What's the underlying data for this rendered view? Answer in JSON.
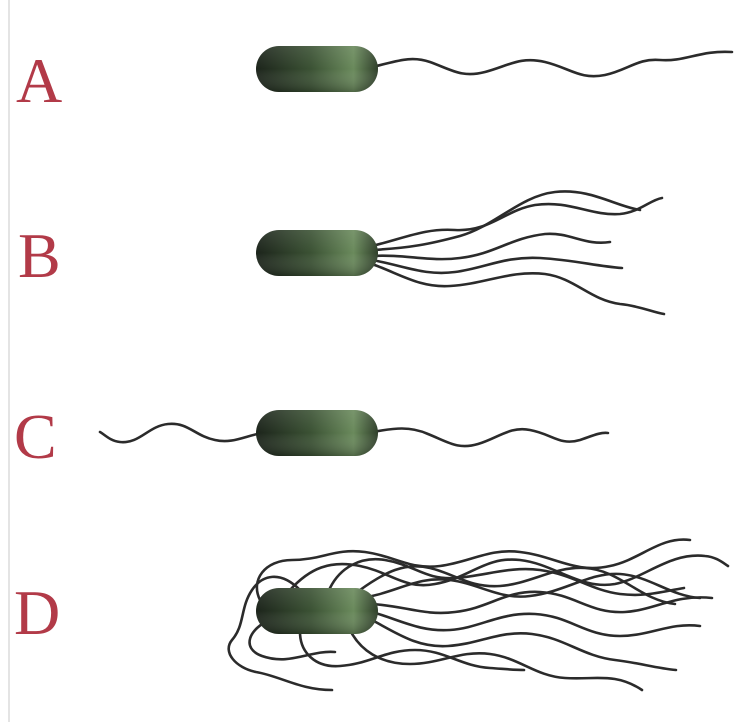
{
  "panels": [
    {
      "id": "monotrichous",
      "label": "A"
    },
    {
      "id": "lophotrichous",
      "label": "B"
    },
    {
      "id": "amphitrichous",
      "label": "C"
    },
    {
      "id": "peritrichous",
      "label": "D"
    }
  ],
  "colors": {
    "label": "#b23a48",
    "cell_light": "#6a8a5c",
    "cell_dark": "#1c241b",
    "flagellum": "#2b2b2b",
    "background": "#ffffff"
  }
}
